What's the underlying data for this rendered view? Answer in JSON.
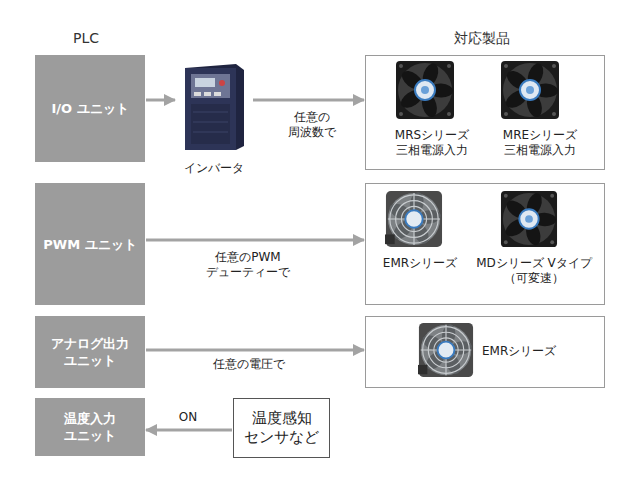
{
  "diagram": {
    "nodes": [
      {
        "text": [
          "I/O ユニット"
        ]
      },
      {
        "text": [
          "インバータ"
        ]
      },
      {
        "text": [
          "MRSシリーズ 三相電源入力",
          "MREシリーズ 三相電源入力"
        ]
      },
      {
        "text": [
          "PWM ユニット"
        ]
      },
      {
        "text": [
          "EMRシリーズ",
          "MDシリーズ Vタイプ（可変速）"
        ]
      },
      {
        "text": [
          "アナログ出力 ユニット"
        ]
      },
      {
        "text": [
          "EMRシリーズ"
        ]
      },
      {
        "text": [
          "温度入力 ユニット"
        ]
      },
      {
        "text": [
          "温度感知 センサなど"
        ]
      }
    ],
    "edges": [
      {
        "from": 0,
        "to": 1,
        "arrow": "to"
      },
      {
        "from": 1,
        "to": 2,
        "label": "任意の 周波数で",
        "arrow": "to"
      },
      {
        "from": 3,
        "to": 4,
        "label": "任意のPWM デューティーで",
        "arrow": "to"
      },
      {
        "from": 5,
        "to": 6,
        "label": "任意の電圧で",
        "arrow": "to"
      },
      {
        "from": 8,
        "to": 7,
        "label": "ON",
        "arrow": "to"
      }
    ],
    "labels": [
      "PLC",
      "対応製品"
    ]
  }
}
